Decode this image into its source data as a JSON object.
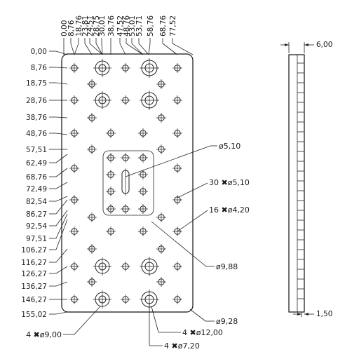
{
  "front_view": {
    "top_dims": [
      "0,00",
      "8,76",
      "18,76",
      "23,81",
      "24,51",
      "28,75",
      "30,01",
      "38,76",
      "47,52",
      "48,76",
      "53,01",
      "53,71",
      "58,76",
      "68,76",
      "77,52"
    ],
    "left_dims": [
      "0,00",
      "8,76",
      "18,75",
      "28,76",
      "38,76",
      "48,76",
      "57,51",
      "62,49",
      "68,76",
      "72,49",
      "82,54",
      "86,27",
      "92,54",
      "97,51",
      "106,27",
      "116,27",
      "126,27",
      "136,27",
      "146,27",
      "155,02"
    ],
    "callouts": {
      "slot": "ø5,10",
      "small_holes_30": "30 ✖ø5,10",
      "small_holes_16": "16 ✖ø4,20",
      "large_hole": "ø9,88",
      "corner_radius": "ø9,28",
      "hole_9": "4 ✖ø9,00",
      "hole_12": "4 ✖ø12,00",
      "hole_7": "4 ✖ø7,20"
    }
  },
  "side_view": {
    "thickness": "6,00",
    "offset": "1,50"
  }
}
